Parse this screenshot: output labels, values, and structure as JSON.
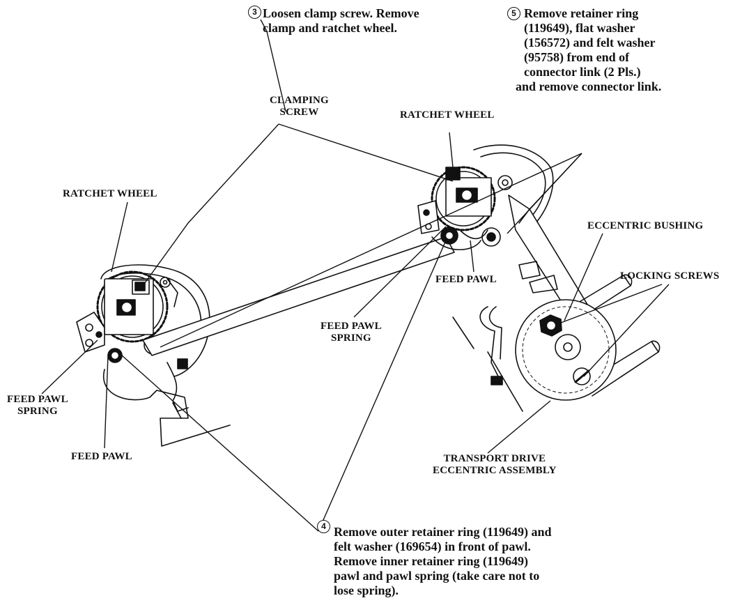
{
  "labels": {
    "clamping_screw": [
      "CLAMPING",
      "SCREW"
    ],
    "ratchet_wheel_right": "RATCHET WHEEL",
    "ratchet_wheel_left": "RATCHET WHEEL",
    "eccentric_bushing": "ECCENTRIC BUSHING",
    "locking_screws": "LOCKING SCREWS",
    "feed_pawl_right": "FEED PAWL",
    "feed_pawl_spring_right": [
      "FEED PAWL",
      "SPRING"
    ],
    "feed_pawl_spring_left": [
      "FEED PAWL",
      "SPRING"
    ],
    "feed_pawl_left": "FEED PAWL",
    "transport_drive": [
      "TRANSPORT DRIVE",
      "ECCENTRIC ASSEMBLY"
    ]
  },
  "steps": [
    {
      "number": "3",
      "lines": [
        "Loosen clamp screw.  Remove",
        "clamp and ratchet wheel."
      ]
    },
    {
      "number": "5",
      "lines": [
        "Remove retainer ring",
        "(119649), flat washer",
        "(156572) and felt washer",
        "(95758) from end of",
        "connector link (2 Pls.)",
        "and remove connector link."
      ]
    },
    {
      "number": "4",
      "lines": [
        "Remove outer retainer ring (119649) and",
        "felt washer (169654) in front of pawl.",
        "Remove inner retainer ring (119649)",
        "pawl and pawl spring (take care not to",
        "lose spring)."
      ]
    }
  ]
}
